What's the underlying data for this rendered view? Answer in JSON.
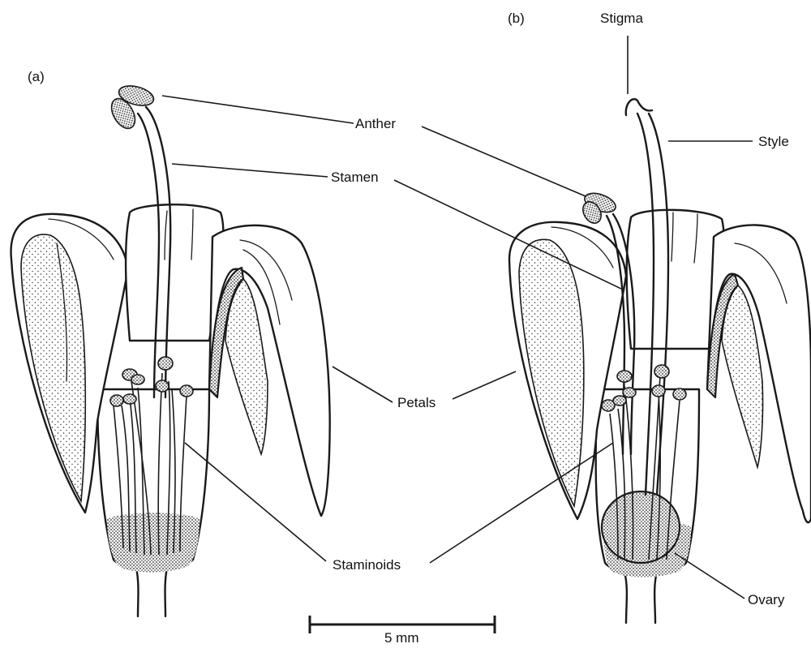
{
  "panels": {
    "a": {
      "label": "(a)"
    },
    "b": {
      "label": "(b)"
    }
  },
  "labels": {
    "stigma": "Stigma",
    "anther": "Anther",
    "style": "Style",
    "stamen": "Stamen",
    "petals": "Petals",
    "staminoids": "Staminoids",
    "ovary": "Ovary"
  },
  "scale_bar": {
    "label": "5 mm"
  }
}
